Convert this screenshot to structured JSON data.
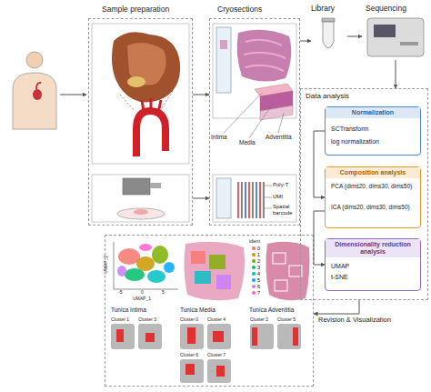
{
  "diagram": {
    "nodes": [
      {
        "text": [
          "Sample preparation"
        ]
      },
      {
        "text": [
          "Cryosections"
        ]
      },
      {
        "text": [
          "Library"
        ]
      },
      {
        "text": [
          "Sequencing"
        ]
      },
      {
        "text": [
          "Data analysis"
        ]
      },
      {
        "text": [
          "Normalization",
          "SCTransform",
          "log normalization"
        ],
        "in": 4
      },
      {
        "text": [
          "Composition analysis",
          "PCA (dims20, dims30, dims50)",
          "ICA (dims20, dims30, dims50)"
        ],
        "in": 4
      },
      {
        "text": [
          "Dimensionality reduction analysis",
          "UMAP",
          "t-SNE"
        ],
        "in": 4
      },
      {
        "text": [
          "Tunica Intima",
          "Tunica Media",
          "Tunica Adventitia"
        ]
      }
    ],
    "edges": [
      {
        "from": 0,
        "to": 1,
        "arrow": "to"
      },
      {
        "from": 0,
        "to": 1,
        "arrow": "to"
      },
      {
        "from": 1,
        "to": 2,
        "arrow": "to"
      },
      {
        "from": 2,
        "to": 3,
        "arrow": "to"
      },
      {
        "from": 3,
        "to": 4,
        "arrow": "to"
      },
      {
        "from": 5,
        "to": 6,
        "arrow": "to"
      },
      {
        "from": 6,
        "to": 7,
        "arrow": "to"
      },
      {
        "from": 4,
        "to": 8,
        "label": "Revision & Visualization",
        "arrow": "to"
      }
    ],
    "labels": [
      "Intima",
      "Media",
      "Adventitia",
      "Poly-T",
      "UMI",
      "Spatial barcode",
      "UMAP_1",
      "UMAP_2",
      "-5",
      "0",
      "5",
      "ident",
      "Cluster 1",
      "Cluster 3",
      "Cluster 0",
      "Cluster 4",
      "Cluster 6",
      "Cluster 7",
      "Cluster 2",
      "Cluster 5"
    ],
    "legend": [
      {
        "text": "0",
        "color": "#f8766d"
      },
      {
        "text": "1",
        "color": "#cd9600"
      },
      {
        "text": "2",
        "color": "#7cae00"
      },
      {
        "text": "3",
        "color": "#00be67"
      },
      {
        "text": "4",
        "color": "#00bfc4"
      },
      {
        "text": "5",
        "color": "#00a9ff"
      },
      {
        "text": "6",
        "color": "#c77cff"
      },
      {
        "text": "7",
        "color": "#ff61cc"
      }
    ]
  }
}
